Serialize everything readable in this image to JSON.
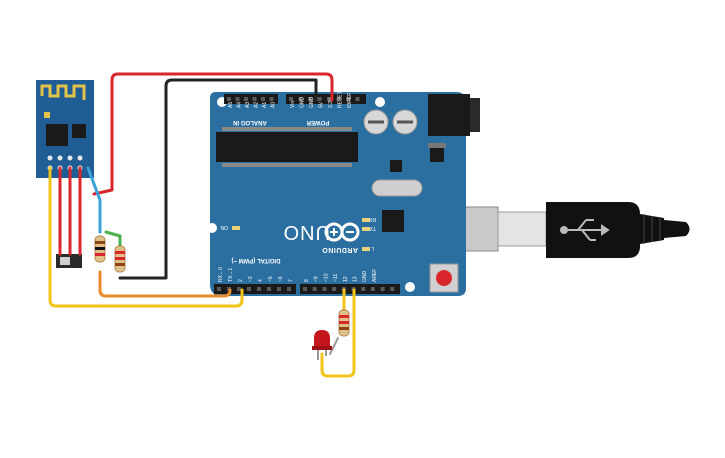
{
  "board": {
    "brand": "ARDUINO",
    "model": "UNO",
    "analog_header": "ANALOG IN",
    "power_header": "POWER",
    "digital_header": "DIGITAL (PWM ~)",
    "analog_pins": [
      "A5",
      "A4",
      "A3",
      "A2",
      "A1",
      "A0"
    ],
    "power_pins": [
      "Vin",
      "GND",
      "GND",
      "5V",
      "3.3V",
      "RESET",
      "IOREF"
    ],
    "digital_pins": [
      "RX←0",
      "TX→1",
      "2",
      "~3",
      "4",
      "~5",
      "~6",
      "7",
      "8",
      "~9",
      "~10",
      "~11",
      "12",
      "13",
      "GND",
      "AREF"
    ],
    "rx_label": "RX",
    "tx_label": "TX",
    "l_label": "L",
    "on_label": "ON"
  },
  "colors": {
    "board": "#2b6fa0",
    "board_dark": "#1d5684",
    "wire_red": "#d9262c",
    "wire_black": "#222222",
    "wire_yellow": "#f2c31b",
    "wire_orange": "#e88a2a",
    "wire_blue": "#3aa0d8",
    "wire_green": "#4bb24b",
    "led": "#c4161c"
  }
}
